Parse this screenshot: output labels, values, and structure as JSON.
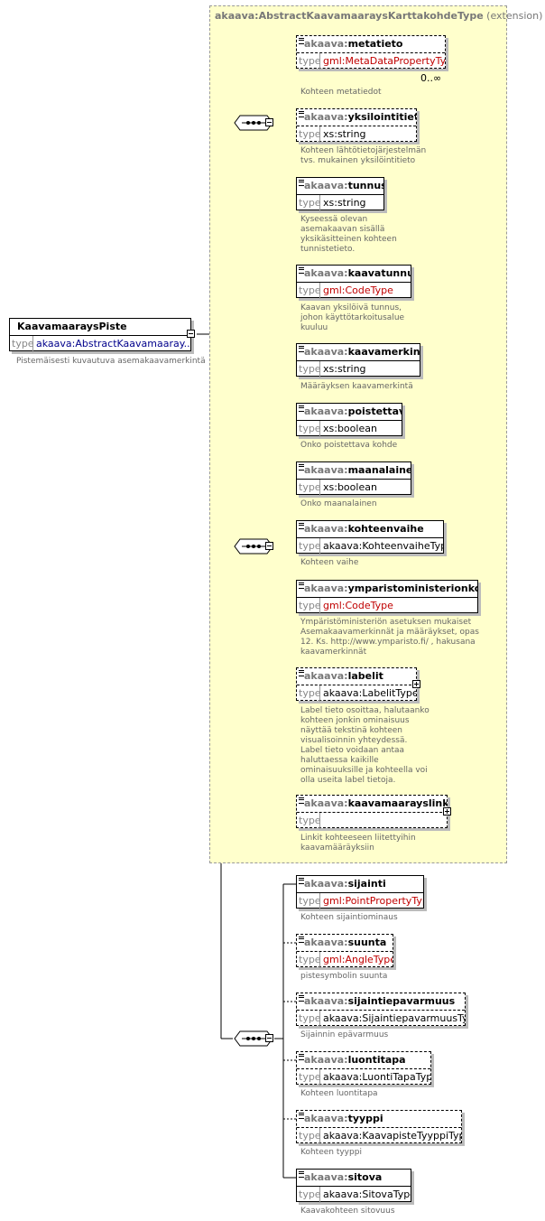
{
  "extension": {
    "type_name": "akaava:AbstractKaavamaaraysKarttakohdeType",
    "suffix": "(extension)"
  },
  "root": {
    "name": "KaavamaaraysPiste",
    "type_label": "type",
    "type_value": "akaava:AbstractKaavamaaray...",
    "doc": "Pistemäisesti kuvautuva asemakaavamerkintä"
  },
  "elements": [
    {
      "ns": "akaava:",
      "local": "metatieto",
      "type_label": "type",
      "type": "gml:MetaDataPropertyType",
      "doc": "Kohteen metatiedot",
      "multiplicity": "0..∞"
    },
    {
      "ns": "akaava:",
      "local": "yksilointitieto",
      "type_label": "type",
      "type": "xs:string",
      "doc": "Kohteen lähtötietojärjestelmän\ntvs. mukainen yksilöintitieto"
    },
    {
      "ns": "akaava:",
      "local": "tunnus",
      "type_label": "type",
      "type": "xs:string",
      "doc": "Kyseessä olevan\nasemakaavan sisällä\nyksikäsitteinen kohteen\ntunnistetieto."
    },
    {
      "ns": "akaava:",
      "local": "kaavatunnus",
      "type_label": "type",
      "type": "gml:CodeType",
      "doc": "Kaavan yksilöivä tunnus,\njohon käyttötarkoitusalue\nkuuluu"
    },
    {
      "ns": "akaava:",
      "local": "kaavamerkinta",
      "type_label": "type",
      "type": "xs:string",
      "doc": "Määräyksen kaavamerkintä"
    },
    {
      "ns": "akaava:",
      "local": "poistettava",
      "type_label": "type",
      "type": "xs:boolean",
      "doc": "Onko poistettava kohde"
    },
    {
      "ns": "akaava:",
      "local": "maanalainen",
      "type_label": "type",
      "type": "xs:boolean",
      "doc": "Onko maanalainen"
    },
    {
      "ns": "akaava:",
      "local": "kohteenvaihe",
      "type_label": "type",
      "type": "akaava:KohteenvaiheType",
      "doc": "Kohteen vaihe"
    },
    {
      "ns": "akaava:",
      "local": "ymparistoministerionko...",
      "type_label": "type",
      "type": "gml:CodeType",
      "doc": "Ympäristöministeriön asetuksen mukaiset\nAsemakaavamerkinnät ja määräykset, opas\n12. Ks. http://www.ymparisto.fi/ , hakusana\nkaavamerkinnät"
    },
    {
      "ns": "akaava:",
      "local": "labelit",
      "type_label": "type",
      "type": "akaava:LabelitType",
      "doc": "Label tieto osoittaa, halutaanko\nkohteen jonkin ominaisuus\nnäyttää tekstinä kohteen\nvisualisoinnin yhteydessä.\nLabel tieto voidaan antaa\nhaluttaessa kaikille\nominaisuuksille ja kohteella voi\nolla useita label tietoja."
    },
    {
      "ns": "akaava:",
      "local": "kaavamaarayslinkit",
      "type_label": "type",
      "type": "",
      "doc": "Linkit kohteeseen liitettyihin\nkaavamääräyksiin"
    },
    {
      "ns": "akaava:",
      "local": "sijainti",
      "type_label": "type",
      "type": "gml:PointPropertyType",
      "doc": "Kohteen sijaintiominaus"
    },
    {
      "ns": "akaava:",
      "local": "suunta",
      "type_label": "type",
      "type": "gml:AngleType",
      "doc": "pistesymbolin suunta"
    },
    {
      "ns": "akaava:",
      "local": "sijaintiepavarmuus",
      "type_label": "type",
      "type": "akaava:SijaintiepavarmuusType",
      "doc": "Sijainnin epävarmuus"
    },
    {
      "ns": "akaava:",
      "local": "luontitapa",
      "type_label": "type",
      "type": "akaava:LuontiTapaType",
      "doc": "Kohteen luontitapa"
    },
    {
      "ns": "akaava:",
      "local": "tyyppi",
      "type_label": "type",
      "type": "akaava:KaavapisteTyyppiType",
      "doc": "Kohteen tyyppi"
    },
    {
      "ns": "akaava:",
      "local": "sitova",
      "type_label": "type",
      "type": "akaava:SitovaType",
      "doc": "Kaavakohteen sitovuus"
    }
  ]
}
